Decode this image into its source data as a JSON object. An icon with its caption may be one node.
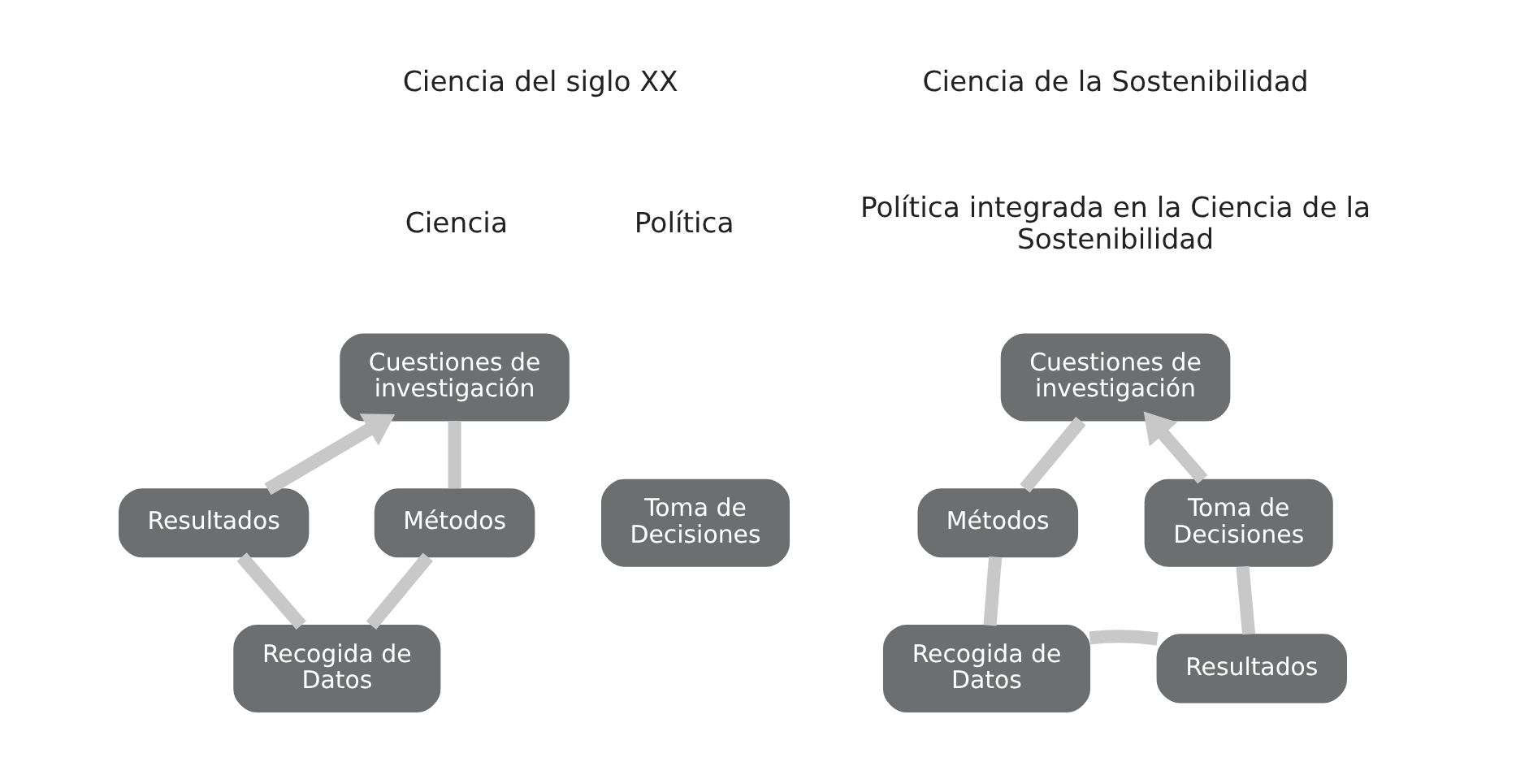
{
  "diagram": {
    "nodes": [
      {
        "text": [
          "Cuestiones de investigación"
        ]
      },
      {
        "text": [
          "Toma de Decisiones"
        ]
      },
      {
        "text": [
          "Resultados"
        ]
      },
      {
        "text": [
          "Métodos"
        ]
      },
      {
        "text": [
          "Recogida de Datos"
        ]
      },
      {
        "text": [
          "Cuestiones de investigación"
        ]
      },
      {
        "text": [
          "Toma de Decisiones"
        ]
      },
      {
        "text": [
          "Métodos"
        ]
      },
      {
        "text": [
          "Resultados"
        ]
      },
      {
        "text": [
          "Recogida de Datos"
        ]
      }
    ],
    "edges": [
      {
        "from": 0,
        "to": 3,
        "arrow": "none"
      },
      {
        "from": 3,
        "to": 4,
        "arrow": "none"
      },
      {
        "from": 4,
        "to": 2,
        "arrow": "none"
      },
      {
        "from": 2,
        "to": 0,
        "arrow": "to"
      },
      {
        "from": 5,
        "to": 7,
        "arrow": "none"
      },
      {
        "from": 7,
        "to": 9,
        "arrow": "none"
      },
      {
        "from": 9,
        "to": 8,
        "arrow": "none"
      },
      {
        "from": 8,
        "to": 6,
        "arrow": "none"
      },
      {
        "from": 6,
        "to": 5,
        "arrow": "to"
      }
    ],
    "labels": [
      "Ciencia del siglo XX",
      "Ciencia de la Sostenibilidad",
      "Política",
      "Ciencia",
      "Política integrada en la Ciencia de la Sostenibilidad"
    ]
  }
}
